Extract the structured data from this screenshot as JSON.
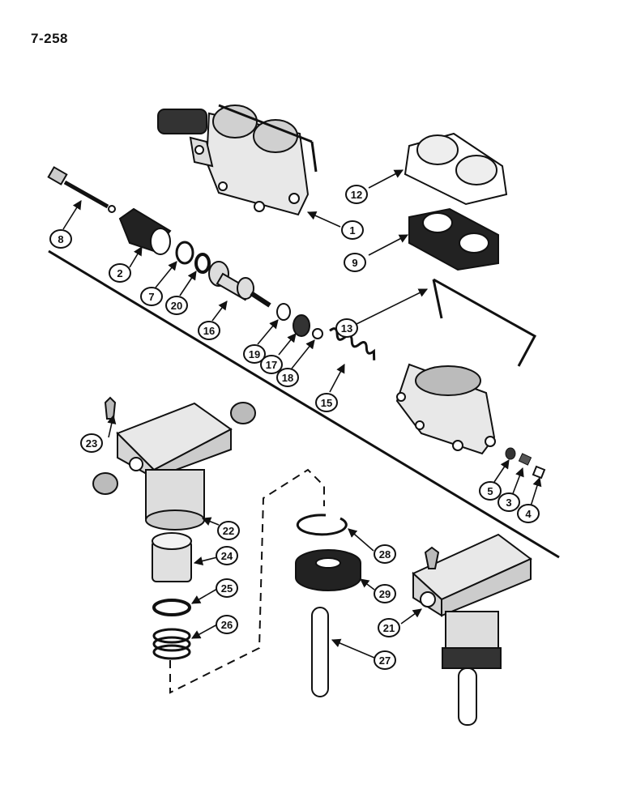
{
  "page": {
    "number": "7-258"
  },
  "callouts": [
    {
      "id": "c1",
      "label": "1"
    },
    {
      "id": "c2",
      "label": "2"
    },
    {
      "id": "c3",
      "label": "3"
    },
    {
      "id": "c4",
      "label": "4"
    },
    {
      "id": "c5",
      "label": "5"
    },
    {
      "id": "c7",
      "label": "7"
    },
    {
      "id": "c8",
      "label": "8"
    },
    {
      "id": "c9",
      "label": "9"
    },
    {
      "id": "c12",
      "label": "12"
    },
    {
      "id": "c13",
      "label": "13"
    },
    {
      "id": "c15",
      "label": "15"
    },
    {
      "id": "c16",
      "label": "16"
    },
    {
      "id": "c17",
      "label": "17"
    },
    {
      "id": "c18",
      "label": "18"
    },
    {
      "id": "c19",
      "label": "19"
    },
    {
      "id": "c20",
      "label": "20"
    },
    {
      "id": "c21",
      "label": "21"
    },
    {
      "id": "c22",
      "label": "22"
    },
    {
      "id": "c23",
      "label": "23"
    },
    {
      "id": "c24",
      "label": "24"
    },
    {
      "id": "c25",
      "label": "25"
    },
    {
      "id": "c26",
      "label": "26"
    },
    {
      "id": "c27",
      "label": "27"
    },
    {
      "id": "c28",
      "label": "28"
    },
    {
      "id": "c29",
      "label": "29"
    }
  ],
  "colors": {
    "ink": "#111111",
    "paper": "#ffffff",
    "shade": "#cfcfcf"
  }
}
